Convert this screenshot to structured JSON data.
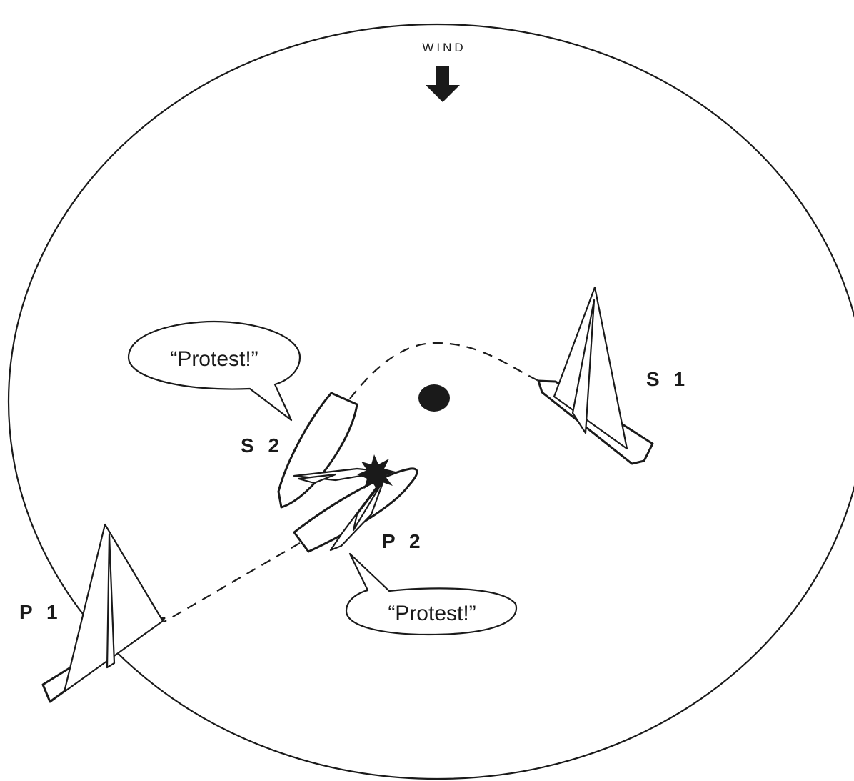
{
  "wind": {
    "label": "WIND",
    "icon": "down-arrow-icon"
  },
  "boats": [
    {
      "id": "S1",
      "label": "S 1"
    },
    {
      "id": "S2",
      "label": "S 2"
    },
    {
      "id": "P1",
      "label": "P 1"
    },
    {
      "id": "P2",
      "label": "P 2"
    }
  ],
  "speech": [
    {
      "speaker": "S2",
      "text": "“Protest!”"
    },
    {
      "speaker": "P2",
      "text": "“Protest!”"
    }
  ],
  "marks": {
    "icon": "mark-buoy-icon"
  },
  "collision": {
    "icon": "collision-star-icon"
  },
  "colors": {
    "ink": "#1a1a1a",
    "background": "#ffffff"
  }
}
